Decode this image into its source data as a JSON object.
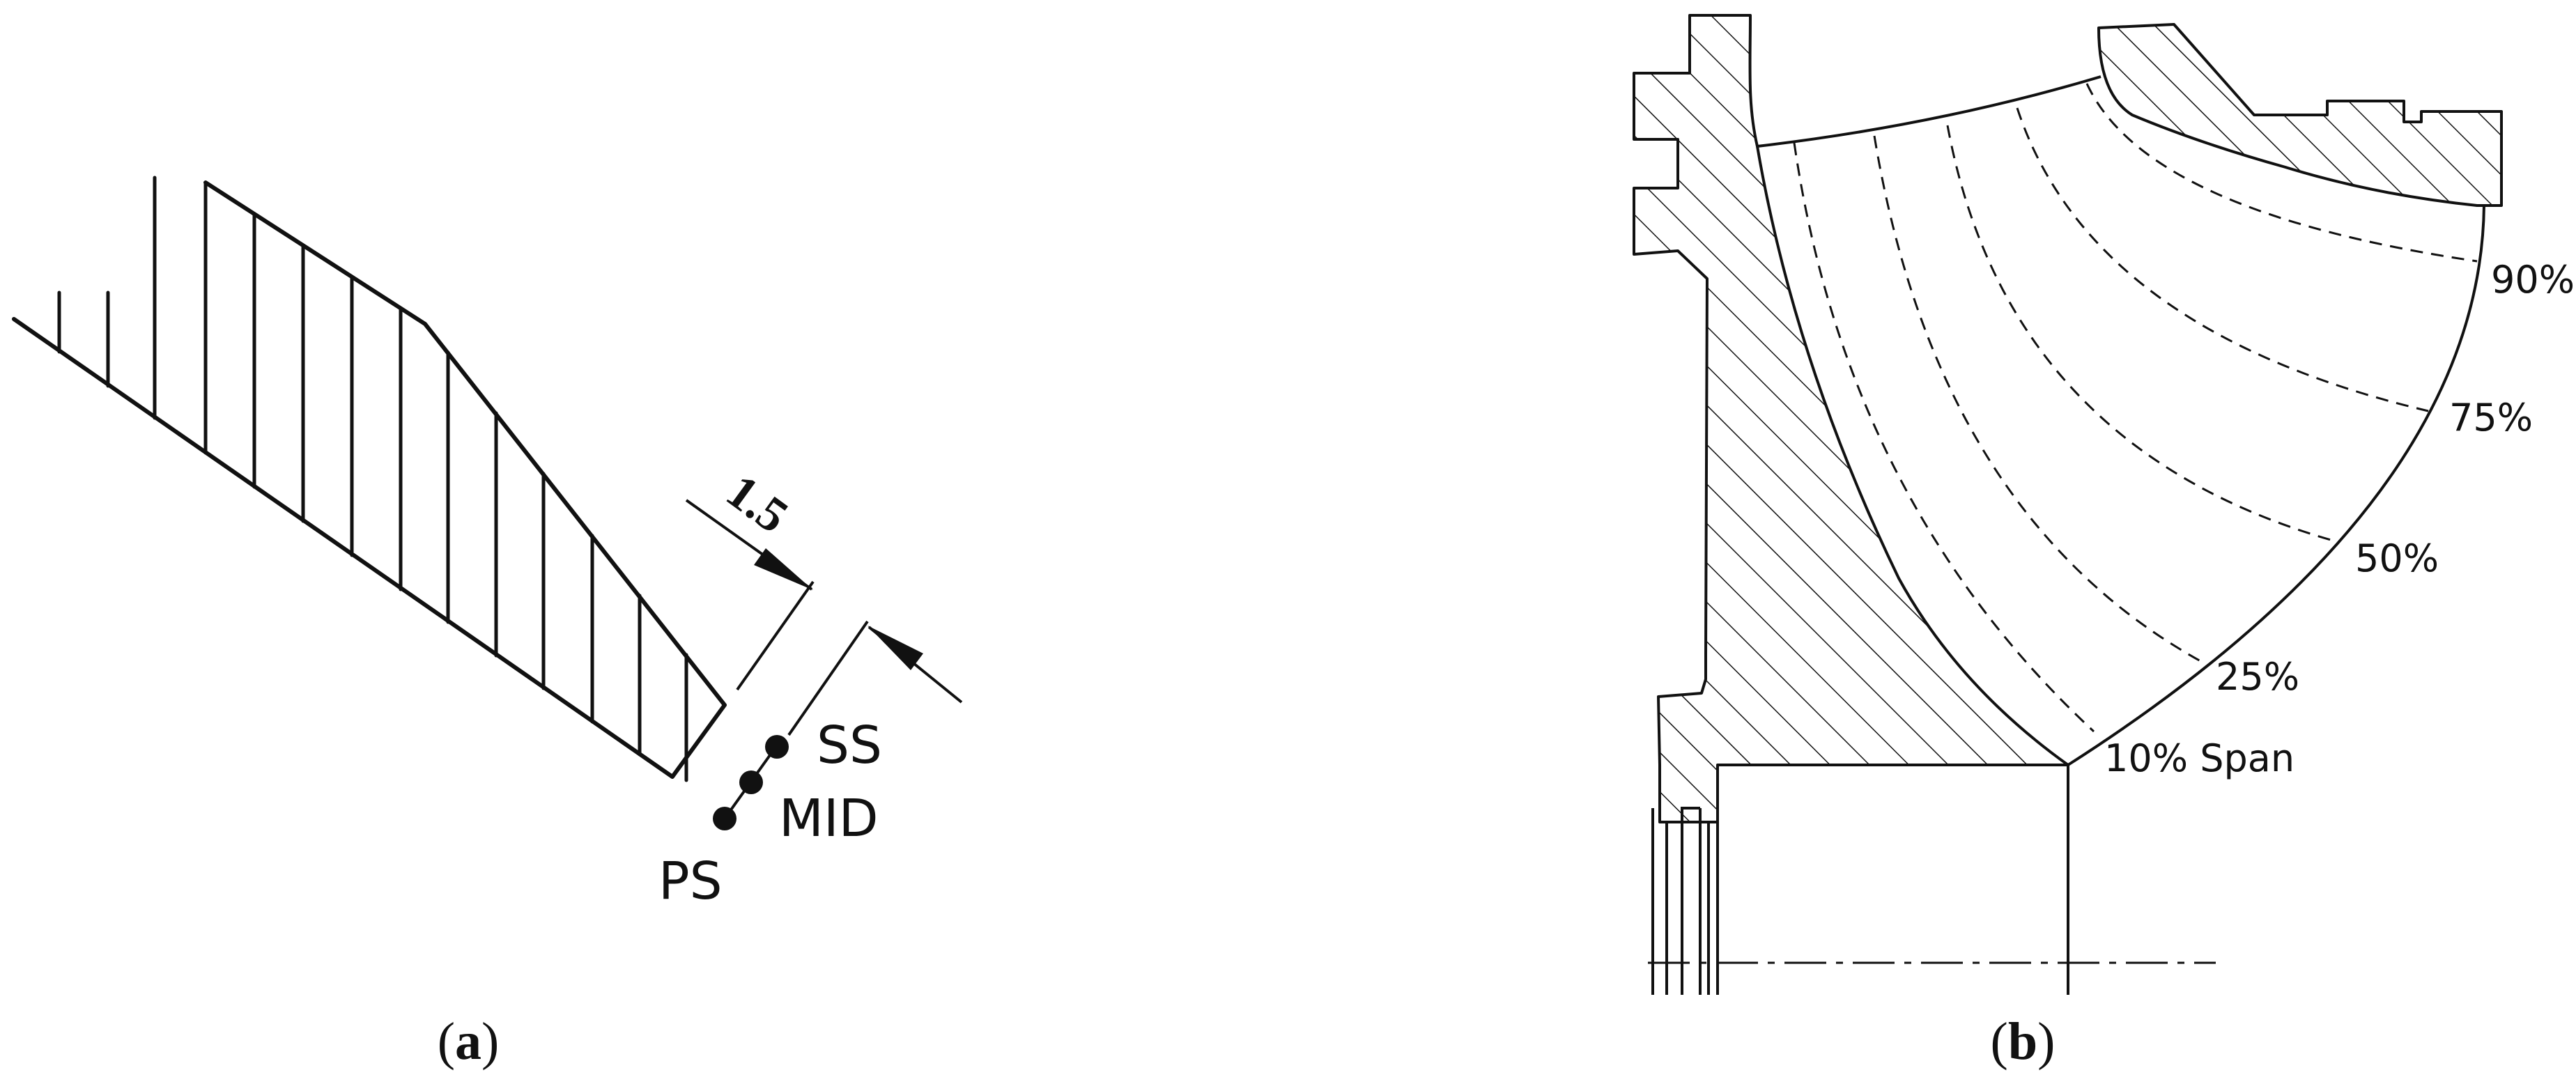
{
  "panel_a": {
    "dimension_label": "1.5",
    "points": [
      {
        "label": "SS"
      },
      {
        "label": "MID"
      },
      {
        "label": "PS"
      }
    ],
    "caption": {
      "open": "(",
      "letter": "a",
      "close": ")"
    }
  },
  "panel_b": {
    "span_labels": [
      "10% Span",
      "25%",
      "50%",
      "75%",
      "90%"
    ],
    "caption": {
      "open": "(",
      "letter": "b",
      "close": ")"
    }
  },
  "colors": {
    "ink": "#111111",
    "background": "#ffffff"
  }
}
